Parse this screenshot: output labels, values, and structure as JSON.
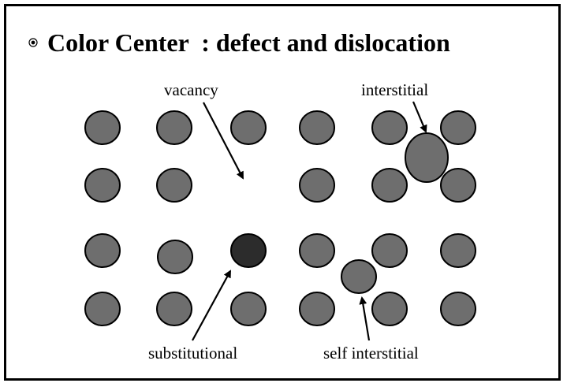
{
  "slide": {
    "title": "Color Center  : defect and dislocation",
    "bullet_icon": "bullet-circle-icon"
  },
  "labels": {
    "vacancy": "vacancy",
    "interstitial": "interstitial",
    "substitutional": "substitutional",
    "self_interstitial": "self interstitial"
  },
  "colors": {
    "atom": "#6e6e6e",
    "substitutional_atom": "#2c2c2c",
    "outline": "#000000"
  }
}
